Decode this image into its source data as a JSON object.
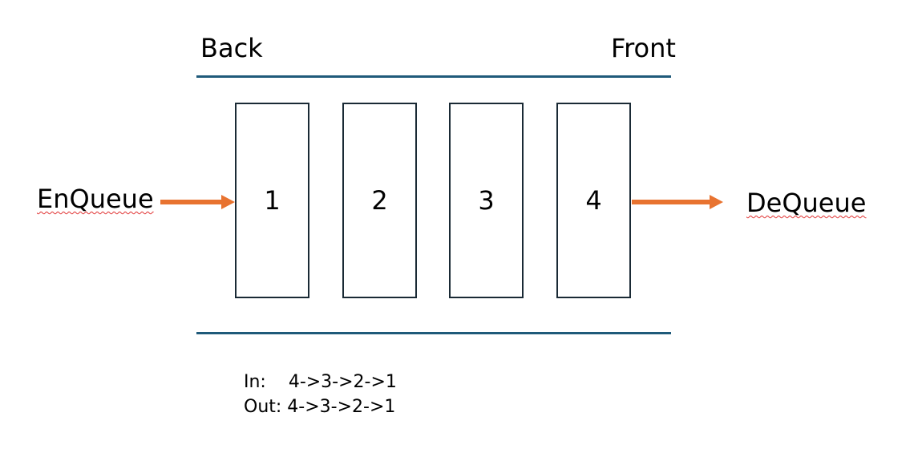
{
  "labels": {
    "back": "Back",
    "front": "Front",
    "enqueue": "EnQueue",
    "dequeue": "DeQueue"
  },
  "boxes": [
    "1",
    "2",
    "3",
    "4"
  ],
  "notes": {
    "in": "In:    4->3->2->1",
    "out": "Out: 4->3->2->1"
  },
  "colors": {
    "arrow": "#e87330",
    "rail": "#1f5a7a",
    "box_border": "#1a2a35",
    "spellcheck_underline": "#e03030"
  }
}
